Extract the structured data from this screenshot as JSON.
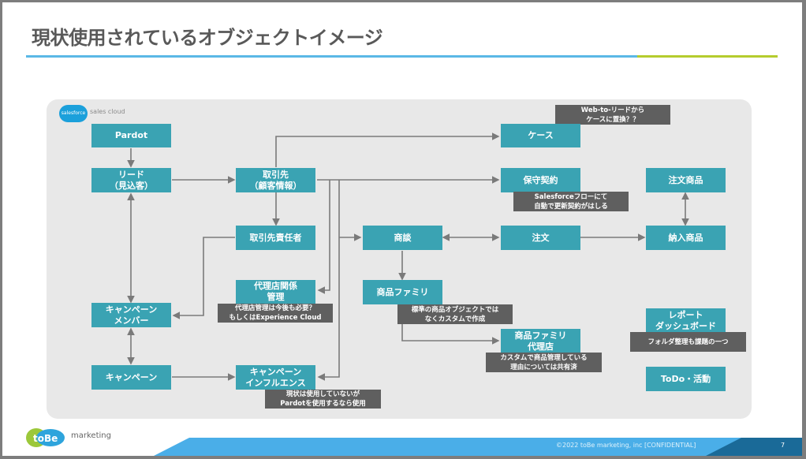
{
  "title": "現状使用されているオブジェクトイメージ",
  "platform_label": "sales cloud",
  "platform_logo": "salesforce",
  "colors": {
    "node": "#3aa3b3",
    "note": "#5f5f5f",
    "accent_blue": "#5bb8e6",
    "accent_green": "#b5cc2e"
  },
  "nodes": {
    "pardot": "Pardot",
    "lead": "リード\n（見込客）",
    "account": "取引先\n（顧客情報）",
    "contact": "取引先責任者",
    "partner": "代理店関係\n管理",
    "campaign_member": "キャンペーン\nメンバー",
    "campaign": "キャンペーン",
    "campaign_influence": "キャンペーン\nインフルエンス",
    "case": "ケース",
    "maintenance": "保守契約",
    "opportunity": "商談",
    "product_family": "商品ファミリ",
    "product_family_agent": "商品ファミリ\n代理店",
    "order": "注文",
    "order_product": "注文商品",
    "asset": "納入商品",
    "report": "レポート\nダッシュボード",
    "todo": "ToDo・活動"
  },
  "notes": {
    "case": "Web-to-リードから\nケースに置換？？",
    "maintenance": "Salesforceフローにて\n自動で更新契約がはしる",
    "partner": "代理店管理は今後も必要？\nもしくはExperience Cloud",
    "campaign_influence": "現状は使用していないが\nPardotを使用するなら使用",
    "product_family": "標準の商品オブジェクトでは\nなくカスタムで作成",
    "product_family_agent": "カスタムで商品管理している\n理由については共有済",
    "report": "フォルダ整理も課題の一つ"
  },
  "footer": {
    "company": "marketing",
    "logo": "toBe",
    "copyright": "©2022 toBe marketing, inc  [CONFIDENTIAL]",
    "page": "7"
  }
}
